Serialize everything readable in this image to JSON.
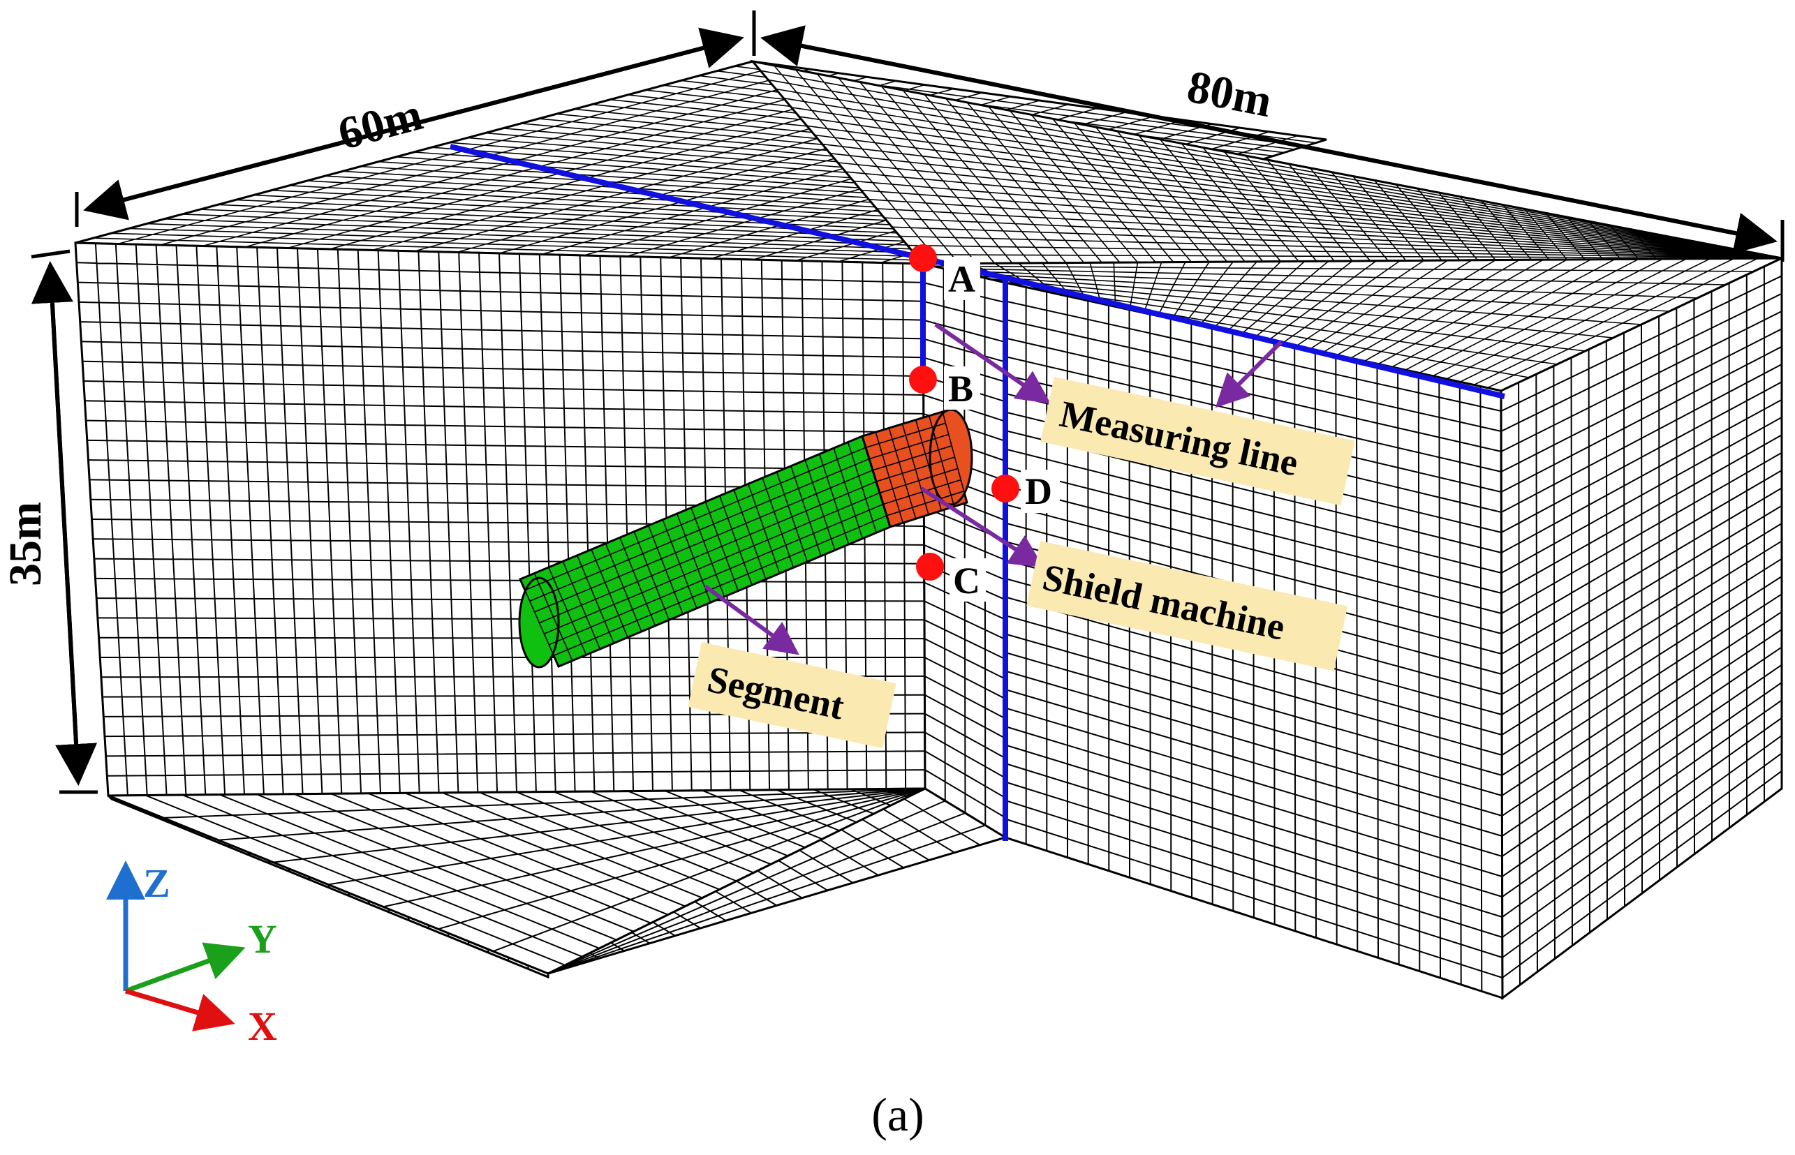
{
  "dimensions": {
    "width_label": "60m",
    "length_label": "80m",
    "depth_label": "35m"
  },
  "points": [
    {
      "id": "A",
      "label": "A"
    },
    {
      "id": "B",
      "label": "B"
    },
    {
      "id": "C",
      "label": "C"
    },
    {
      "id": "D",
      "label": "D"
    }
  ],
  "callouts": {
    "measuring_line": "Measuring line",
    "shield_machine": "Shield machine",
    "segment": "Segment"
  },
  "axes": {
    "z": {
      "label": "Z",
      "color": "#1f6fd1"
    },
    "y": {
      "label": "Y",
      "color": "#1aa01a"
    },
    "x": {
      "label": "X",
      "color": "#e01010"
    }
  },
  "caption": "(a)",
  "colors": {
    "measuring_line": "#1010e0",
    "marker": "#ff1010",
    "arrow": "#7a2aa0",
    "callout_bg": "#faeab2",
    "segment": "#10c010",
    "shield": "#e85020",
    "mesh": "#000000"
  }
}
